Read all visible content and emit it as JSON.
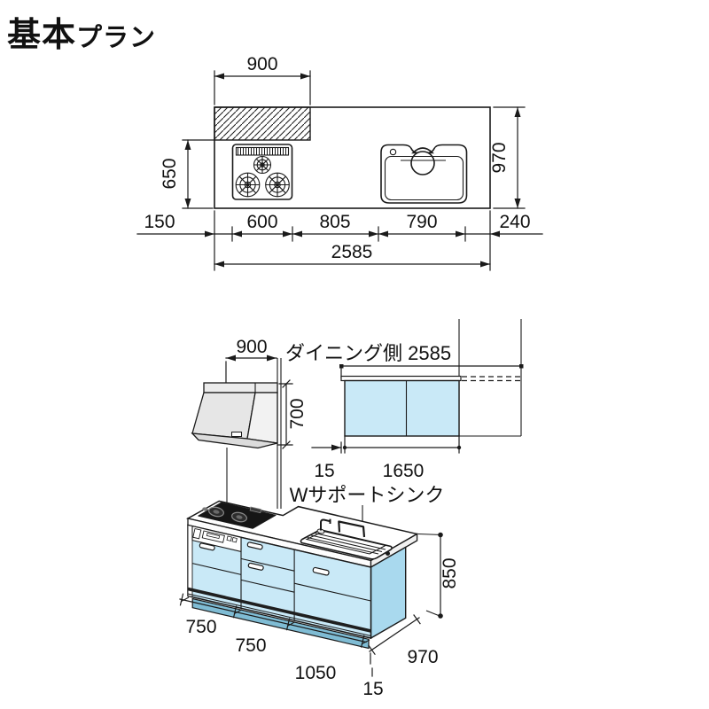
{
  "title": {
    "main": "基本",
    "sub": "プラン"
  },
  "colors": {
    "line": "#1a1a1a",
    "text": "#111111",
    "cabinet_blue": "#c9e9f7",
    "cabinet_blue_side": "#a9d9ee",
    "toe_kick_blue": "#7fbcd4",
    "hood_gray": "#e7e7e7",
    "hood_gray_dark": "#d9d9d9",
    "cooktop_black": "#161616",
    "white": "#ffffff"
  },
  "plan_view": {
    "dim_top": "900",
    "dim_left": "650",
    "dim_right": "970",
    "dims_bottom": [
      "150",
      "600",
      "805",
      "790",
      "240"
    ],
    "dim_total": "2585"
  },
  "elevation_view": {
    "dim_hood_width": "900",
    "dim_hood_height": "700",
    "label_dining": "ダイニング側 2585",
    "dim_left_gap": "15",
    "dim_cabinet_width": "1650"
  },
  "iso_view": {
    "label_sink": "Wサポートシンク",
    "dims_front": [
      "750",
      "750",
      "1050"
    ],
    "dim_front_gap": "15",
    "dim_depth": "970",
    "dim_height": "850"
  }
}
